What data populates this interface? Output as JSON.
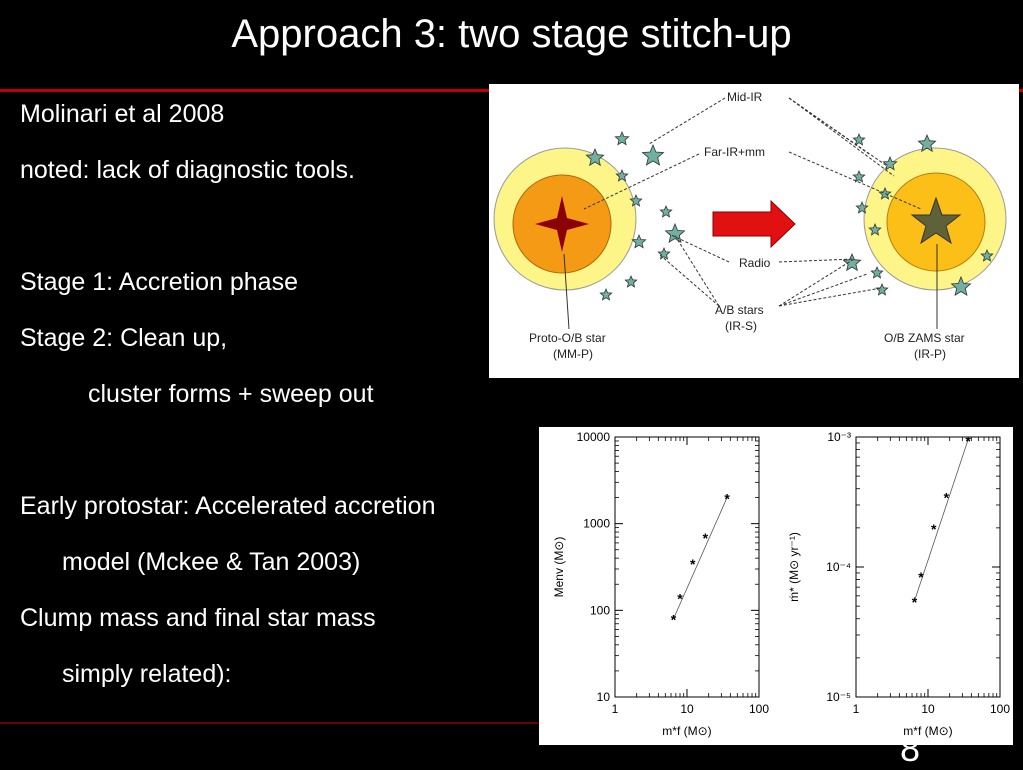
{
  "slide": {
    "title": "Approach 3: two stage stitch-up",
    "lines": [
      "Molinari et al 2008",
      "noted: lack of diagnostic tools.",
      "Stage 1: Accretion phase",
      "Stage 2: Clean up,",
      "cluster forms + sweep out",
      "Early protostar: Accelerated accretion",
      "model (Mckee & Tan 2003)",
      "Clump mass and final star mass",
      "simply related):"
    ],
    "slide_number": "8"
  },
  "diagram": {
    "labels": {
      "mid_ir": "Mid-IR",
      "far_ir": "Far-IR+mm",
      "radio": "Radio",
      "ab_stars": "A/B stars",
      "ab_stars_sub": "(IR-S)",
      "proto": "Proto-O/B star",
      "proto_sub": "(MM-P)",
      "zams": "O/B ZAMS star",
      "zams_sub": "(IR-P)"
    },
    "colors": {
      "outer": "#fdf587",
      "inner_left": "#f59a14",
      "inner_right": "#fbbf17",
      "star_small": "#6fb0a0",
      "proto_star": "#8b0000",
      "zams_star": "#5f6138",
      "arrow": "#e21010"
    }
  },
  "chart_data": [
    {
      "type": "scatter",
      "xlabel": "m*f (M⊙)",
      "ylabel": "Menv (M⊙)",
      "x_scale": "log",
      "y_scale": "log",
      "xlim": [
        1,
        100
      ],
      "ylim": [
        10,
        10000
      ],
      "x_ticks": [
        "1",
        "10",
        "100"
      ],
      "y_ticks": [
        "10",
        "100",
        "1000",
        "10000"
      ],
      "points": [
        {
          "x": 6.5,
          "y": 80
        },
        {
          "x": 8,
          "y": 140
        },
        {
          "x": 12,
          "y": 350
        },
        {
          "x": 18,
          "y": 700
        },
        {
          "x": 36,
          "y": 2000
        }
      ]
    },
    {
      "type": "scatter",
      "xlabel": "m*f (M⊙)",
      "ylabel": "ṁ* (M⊙ yr⁻¹)",
      "x_scale": "log",
      "y_scale": "log",
      "xlim": [
        1,
        100
      ],
      "ylim": [
        1e-05,
        0.001
      ],
      "x_ticks": [
        "1",
        "10",
        "100"
      ],
      "y_ticks": [
        "10⁻⁵",
        "10⁻⁴",
        "10⁻³"
      ],
      "points": [
        {
          "x": 6.5,
          "y": 5.5e-05
        },
        {
          "x": 8,
          "y": 8.5e-05
        },
        {
          "x": 12,
          "y": 0.0002
        },
        {
          "x": 18,
          "y": 0.00035
        },
        {
          "x": 36,
          "y": 0.00095
        }
      ]
    }
  ]
}
